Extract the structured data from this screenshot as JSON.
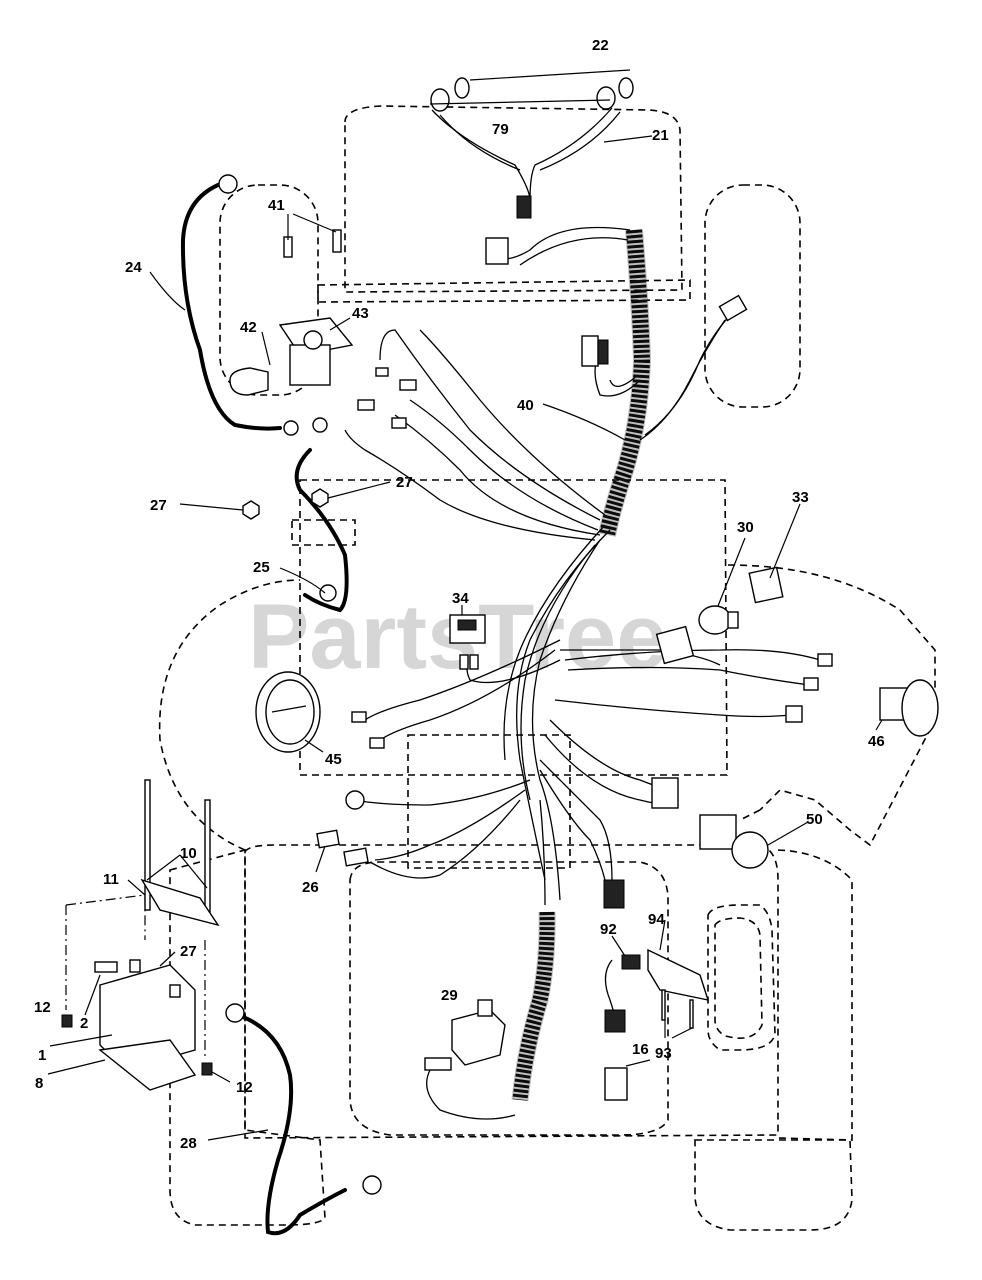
{
  "watermark": {
    "text": "PartsTree",
    "trademark": "™"
  },
  "callouts": {
    "c22": "22",
    "c79": "79",
    "c21": "21",
    "c41": "41",
    "c24": "24",
    "c42": "42",
    "c43": "43",
    "c40": "40",
    "c27a": "27",
    "c27b": "27",
    "c33": "33",
    "c30": "30",
    "c25": "25",
    "c34": "34",
    "c45": "45",
    "c46": "46",
    "c10": "10",
    "c11": "11",
    "c50": "50",
    "c26": "26",
    "c94": "94",
    "c27c": "27",
    "c92": "92",
    "c12a": "12",
    "c2": "2",
    "c29": "29",
    "c1": "1",
    "c16": "16",
    "c93": "93",
    "c8": "8",
    "c12b": "12",
    "c28": "28"
  }
}
